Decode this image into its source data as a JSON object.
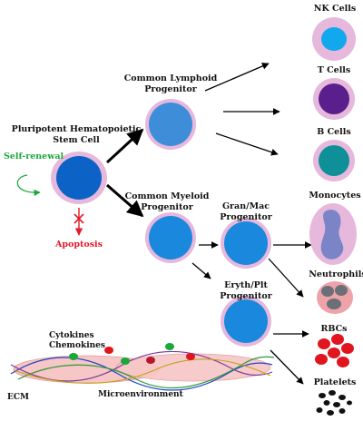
{
  "labels": {
    "stem_cell": [
      "Pluripotent Hematopoietic",
      "Stem Cell"
    ],
    "self_renewal": "Self-renewal",
    "apoptosis": "Apoptosis",
    "common_lymphoid": [
      "Common Lymphoid",
      "Progenitor"
    ],
    "common_myeloid": [
      "Common Myeloid",
      "Progenitor"
    ],
    "gran_mac": [
      "Gran/Mac",
      "Progenitor"
    ],
    "eryth_plt": [
      "Eryth/Plt",
      "Progenitor"
    ],
    "nk_cells": "NK Cells",
    "t_cells": "T Cells",
    "b_cells": "B Cells",
    "monocytes": "Monocytes",
    "neutrophils": "Neutrophils",
    "rbcs": "RBCs",
    "platelets": "Platelets",
    "cytokines": "Cytokines",
    "chemokines": "Chemokines",
    "ecm": "ECM",
    "microenvironment": "Microenvironment"
  },
  "colors": {
    "membrane": "#e6b8dc",
    "progenitor_fill": "#1a88dd",
    "stem_fill": "#0c63c5",
    "nk_nucleus": "#12a8ee",
    "t_nucleus": "#5a1f8c",
    "b_nucleus": "#0f8f98",
    "mono_nucleus": "#7a84c6",
    "neutrophil_body": "#eea3a8",
    "neutrophil_nucleus": "#6a6f78",
    "rbc": "#e0151e",
    "platelet": "#111111",
    "self_renewal": "#1aa83a",
    "apoptosis": "#e21a2a"
  }
}
